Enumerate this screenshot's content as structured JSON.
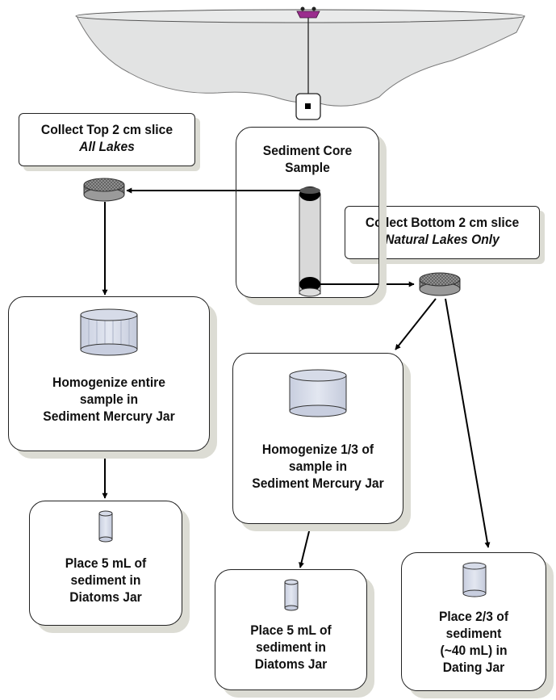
{
  "labels": {
    "top_slice_line1": "Collect Top 2 cm slice",
    "top_slice_line2": "All Lakes",
    "bottom_slice_line1": "Collect Bottom 2 cm slice",
    "bottom_slice_line2": "Natural Lakes Only"
  },
  "boxes": {
    "sediment_core": [
      "Sediment Core",
      "Sample"
    ],
    "homogenize_entire": [
      "Homogenize entire",
      "sample in",
      "Sediment Mercury Jar"
    ],
    "homogenize_third": [
      "Homogenize 1/3 of",
      "sample in",
      "Sediment Mercury Jar"
    ],
    "diatoms_left": [
      "Place 5 mL of",
      "sediment in",
      "Diatoms Jar"
    ],
    "diatoms_mid": [
      "Place 5 mL of",
      "sediment in",
      "Diatoms Jar"
    ],
    "dating": [
      "Place 2/3 of",
      "sediment",
      "(~40 mL) in",
      "Dating Jar"
    ]
  },
  "colors": {
    "lake": "#e2e3e3",
    "jar_fill": "#d3d8e6",
    "core_cap": "#000000",
    "slice_fill": "#8a8a8a",
    "boat": "#9b2d8e",
    "box_shadow": "#dcdcd4"
  }
}
